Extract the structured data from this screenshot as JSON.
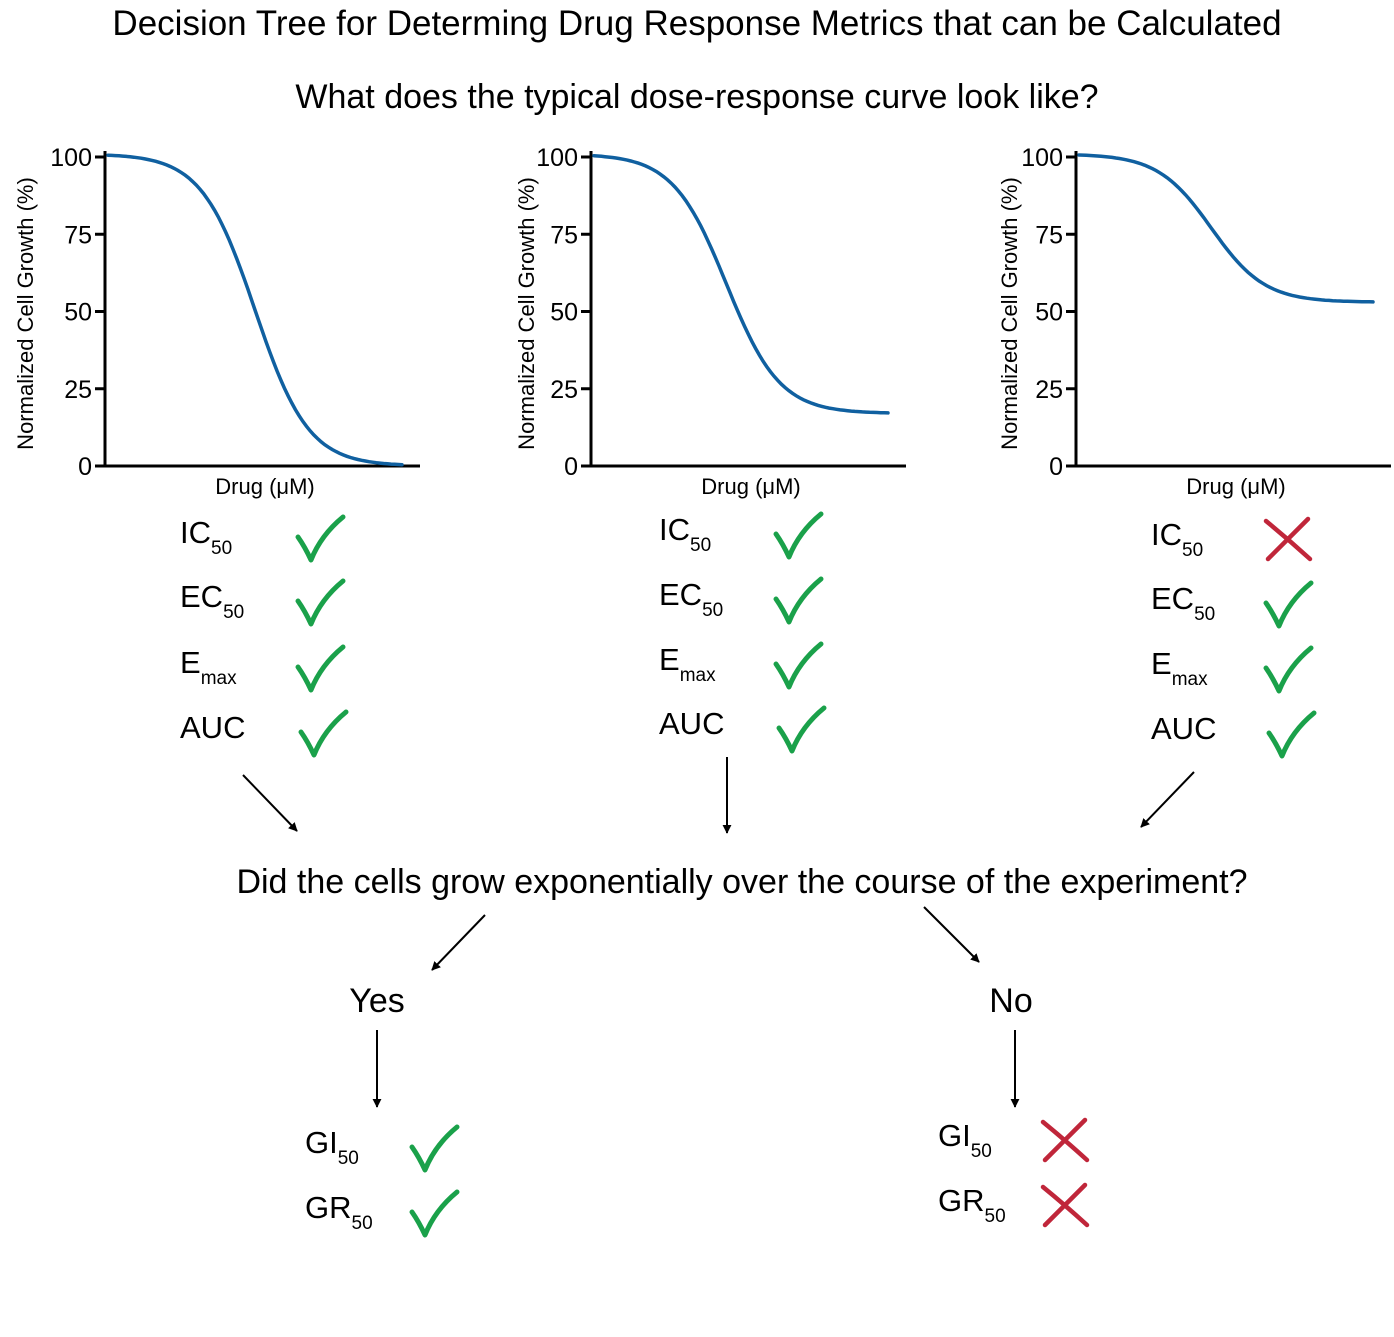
{
  "title": "Decision Tree for Determing Drug Response Metrics that can be Calculated",
  "question_1": "What does the typical dose-response curve look like?",
  "question_2": "Did the cells grow exponentially over the course of the experiment?",
  "colors": {
    "curve": "#1060a0",
    "check": "#1aa14a",
    "cross": "#c0263a",
    "ink": "#000000"
  },
  "chart_data": [
    {
      "type": "line",
      "xlabel": "Drug (μM)",
      "ylabel": "Normalized Cell Growth (%)",
      "ylim": [
        0,
        100
      ],
      "yticks": [
        "0",
        "25",
        "50",
        "75",
        "100"
      ],
      "ytick_values": [
        0,
        25,
        50,
        75,
        100
      ],
      "series": [
        {
          "bottom": 0,
          "top": 100,
          "midpoint": 0.5
        }
      ],
      "metrics": [
        {
          "main": "IC",
          "sub": "50",
          "status": "check"
        },
        {
          "main": "EC",
          "sub": "50",
          "status": "check"
        },
        {
          "main": "E",
          "sub": "max",
          "status": "check"
        },
        {
          "main": "AUC",
          "sub": "",
          "status": "check"
        }
      ]
    },
    {
      "type": "line",
      "xlabel": "Drug (μM)",
      "ylabel": "Normalized Cell Growth (%)",
      "ylim": [
        0,
        100
      ],
      "yticks": [
        "0",
        "25",
        "50",
        "75",
        "100"
      ],
      "ytick_values": [
        0,
        25,
        50,
        75,
        100
      ],
      "series": [
        {
          "bottom": 17,
          "top": 100,
          "midpoint": 0.45
        }
      ],
      "metrics": [
        {
          "main": "IC",
          "sub": "50",
          "status": "check"
        },
        {
          "main": "EC",
          "sub": "50",
          "status": "check"
        },
        {
          "main": "E",
          "sub": "max",
          "status": "check"
        },
        {
          "main": "AUC",
          "sub": "",
          "status": "check"
        }
      ]
    },
    {
      "type": "line",
      "xlabel": "Drug (μM)",
      "ylabel": "Normalized Cell Growth (%)",
      "ylim": [
        0,
        100
      ],
      "yticks": [
        "0",
        "25",
        "50",
        "75",
        "100"
      ],
      "ytick_values": [
        0,
        25,
        50,
        75,
        100
      ],
      "series": [
        {
          "bottom": 53,
          "top": 100,
          "midpoint": 0.45
        }
      ],
      "metrics": [
        {
          "main": "IC",
          "sub": "50",
          "status": "cross"
        },
        {
          "main": "EC",
          "sub": "50",
          "status": "check"
        },
        {
          "main": "E",
          "sub": "max",
          "status": "check"
        },
        {
          "main": "AUC",
          "sub": "",
          "status": "check"
        }
      ]
    }
  ],
  "branches": [
    {
      "label": "Yes",
      "metrics": [
        {
          "main": "GI",
          "sub": "50",
          "status": "check"
        },
        {
          "main": "GR",
          "sub": "50",
          "status": "check"
        }
      ]
    },
    {
      "label": "No",
      "metrics": [
        {
          "main": "GI",
          "sub": "50",
          "status": "cross"
        },
        {
          "main": "GR",
          "sub": "50",
          "status": "cross"
        }
      ]
    }
  ]
}
